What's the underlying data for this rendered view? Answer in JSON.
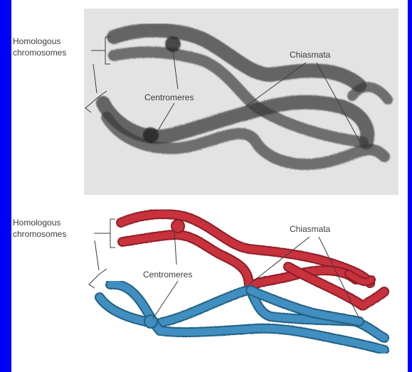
{
  "colors": {
    "frame": "#0000ff",
    "panel": "#ffffff",
    "photo_bg": "#e3e3e3",
    "photo_chromosome": "#3a3a3a",
    "red_chromosome": "#c8323c",
    "blue_chromosome": "#3f8fc0",
    "leader_line": "#3c3c3c"
  },
  "top_panel": {
    "label_homologous_line1": "Homologous",
    "label_homologous_line2": "chromosomes",
    "label_centromeres": "Centromeres",
    "label_chiasmata": "Chiasmata"
  },
  "bottom_panel": {
    "label_homologous_line1": "Homologous",
    "label_homologous_line2": "chromosomes",
    "label_centromeres": "Centromeres",
    "label_chiasmata": "Chiasmata"
  }
}
